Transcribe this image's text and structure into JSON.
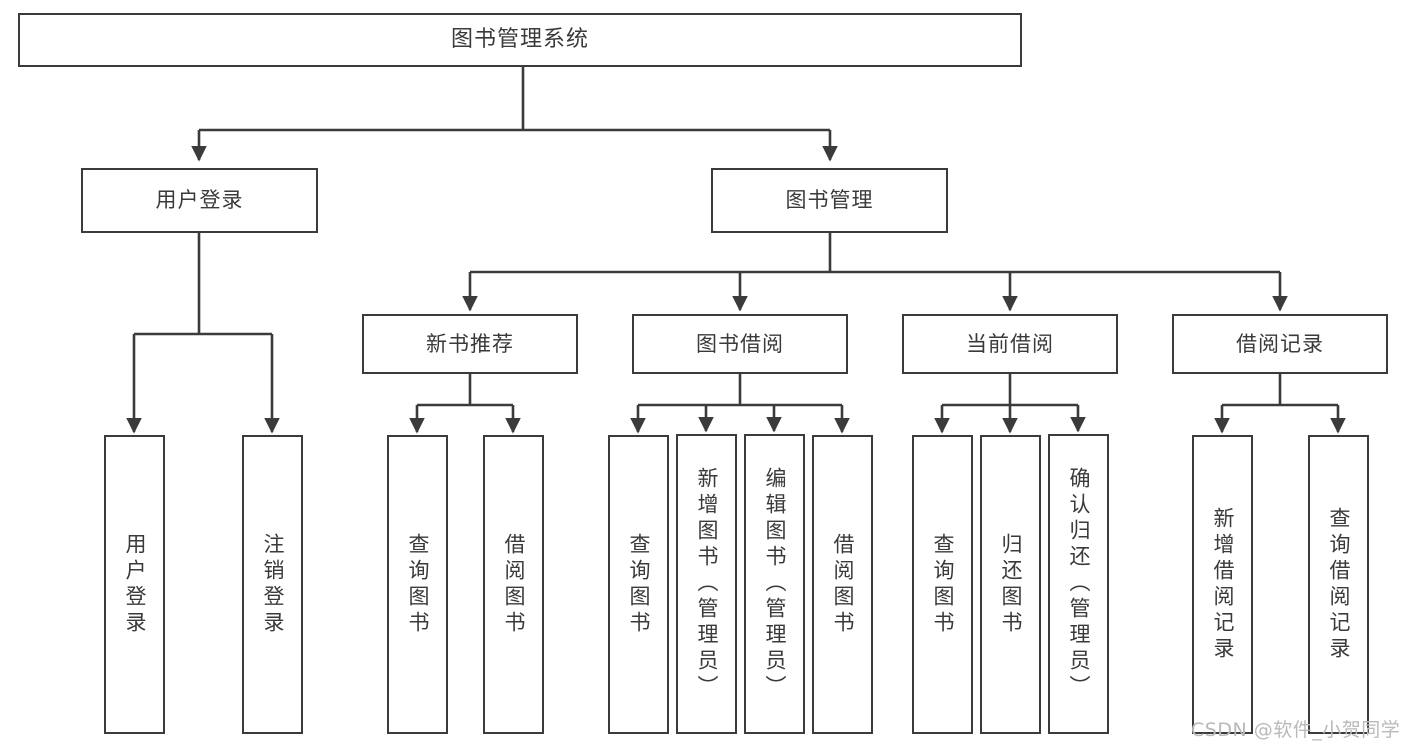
{
  "diagram": {
    "title": "图书管理系统",
    "type": "hierarchy-tree",
    "colors": {
      "box_border": "#3b3b3b",
      "box_fill": "#ffffff",
      "edge": "#3b3b3b",
      "text": "#3a3a3a",
      "watermark": "#b9b9b9",
      "background": "#ffffff"
    },
    "nodes": {
      "root": {
        "label": "图书管理系统"
      },
      "level2": [
        {
          "id": "user-login",
          "label": "用户登录"
        },
        {
          "id": "book-manage",
          "label": "图书管理"
        }
      ],
      "level3": [
        {
          "id": "new-book-recommend",
          "label": "新书推荐"
        },
        {
          "id": "book-borrow",
          "label": "图书借阅"
        },
        {
          "id": "current-borrow",
          "label": "当前借阅"
        },
        {
          "id": "borrow-record",
          "label": "借阅记录"
        }
      ],
      "leaves": {
        "user-login": [
          {
            "id": "leaf-user-login",
            "label": "用户登录"
          },
          {
            "id": "leaf-user-logout",
            "label": "注销登录"
          }
        ],
        "new-book-recommend": [
          {
            "id": "leaf-query-book-1",
            "label": "查询图书"
          },
          {
            "id": "leaf-borrow-book-1",
            "label": "借阅图书"
          }
        ],
        "book-borrow": [
          {
            "id": "leaf-query-book-2",
            "label": "查询图书"
          },
          {
            "id": "leaf-add-book",
            "label": "新增图书（管理员）"
          },
          {
            "id": "leaf-edit-book",
            "label": "编辑图书（管理员）"
          },
          {
            "id": "leaf-borrow-book-2",
            "label": "借阅图书"
          }
        ],
        "current-borrow": [
          {
            "id": "leaf-query-book-3",
            "label": "查询图书"
          },
          {
            "id": "leaf-return-book",
            "label": "归还图书"
          },
          {
            "id": "leaf-confirm-return",
            "label": "确认归还（管理员）"
          }
        ],
        "borrow-record": [
          {
            "id": "leaf-add-record",
            "label": "新增借阅记录"
          },
          {
            "id": "leaf-query-record",
            "label": "查询借阅记录"
          }
        ]
      }
    },
    "watermark": "CSDN @软件_小贺同学"
  }
}
